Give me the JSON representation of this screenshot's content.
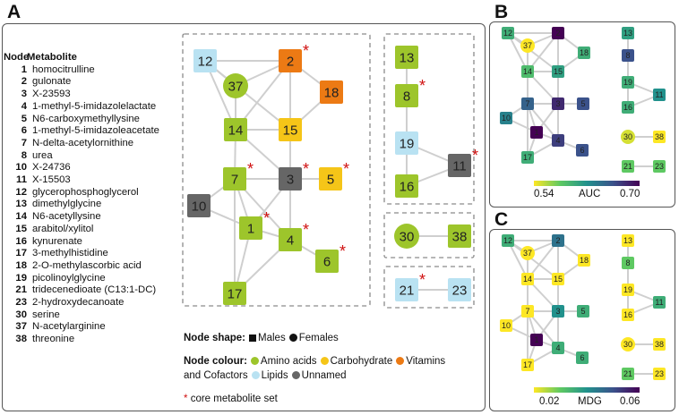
{
  "panels": {
    "a": "A",
    "b": "B",
    "c": "C"
  },
  "table": {
    "header_node": "Node",
    "header_metabolite": "Metabolite",
    "rows": [
      {
        "id": "1",
        "name": "homocitrulline"
      },
      {
        "id": "2",
        "name": "gulonate"
      },
      {
        "id": "3",
        "name": "X-23593"
      },
      {
        "id": "4",
        "name": "1-methyl-5-imidazolelactate"
      },
      {
        "id": "5",
        "name": "N6-carboxymethyllysine"
      },
      {
        "id": "6",
        "name": "1-methyl-5-imidazoleacetate"
      },
      {
        "id": "7",
        "name": "N-delta-acetylornithine"
      },
      {
        "id": "8",
        "name": "urea"
      },
      {
        "id": "10",
        "name": "X-24736"
      },
      {
        "id": "11",
        "name": "X-15503"
      },
      {
        "id": "12",
        "name": "glycerophosphoglycerol"
      },
      {
        "id": "13",
        "name": "dimethylglycine"
      },
      {
        "id": "14",
        "name": "N6-acetyllysine"
      },
      {
        "id": "15",
        "name": "arabitol/xylitol"
      },
      {
        "id": "16",
        "name": "kynurenate"
      },
      {
        "id": "17",
        "name": "3-methylhistidine"
      },
      {
        "id": "18",
        "name": "2-O-methylascorbic acid"
      },
      {
        "id": "19",
        "name": "picolinoylglycine"
      },
      {
        "id": "21",
        "name": "tridecenedioate (C13:1-DC)"
      },
      {
        "id": "23",
        "name": "2-hydroxydecanoate"
      },
      {
        "id": "30",
        "name": "serine"
      },
      {
        "id": "37",
        "name": "N-acetylarginine"
      },
      {
        "id": "38",
        "name": "threonine"
      }
    ]
  },
  "legend": {
    "shape_title": "Node shape:",
    "males": "Males",
    "females": "Females",
    "colour_title": "Node colour:",
    "categories": [
      {
        "key": "amino",
        "label": "Amino acids",
        "color": "#9dc52b"
      },
      {
        "key": "carb",
        "label": "Carbohydrate",
        "color": "#f5c518"
      },
      {
        "key": "vit",
        "label": "Vitamins",
        "color": "#ec7a14"
      },
      {
        "key": "and_cofactors",
        "label": "and Cofactors"
      },
      {
        "key": "lipid",
        "label": "Lipids",
        "color": "#b9e2f2"
      },
      {
        "key": "unnamed",
        "label": "Unnamed",
        "color": "#666666"
      }
    ],
    "core_star": "*",
    "core_label": "core metabolite set"
  },
  "colors": {
    "amino": "#9dc52b",
    "carb": "#f5c518",
    "vit": "#ec7a14",
    "lipid": "#b9e2f2",
    "unnamed": "#666666",
    "star": "#d01010",
    "edge": "#cfcfcf"
  },
  "network_a": {
    "nodes": [
      {
        "id": "12",
        "cat": "lipid",
        "shape": "square",
        "core": false
      },
      {
        "id": "2",
        "cat": "vit",
        "shape": "square",
        "core": true
      },
      {
        "id": "37",
        "cat": "amino",
        "shape": "circle",
        "core": false
      },
      {
        "id": "18",
        "cat": "vit",
        "shape": "square",
        "core": false
      },
      {
        "id": "14",
        "cat": "amino",
        "shape": "square",
        "core": false
      },
      {
        "id": "15",
        "cat": "carb",
        "shape": "square",
        "core": false
      },
      {
        "id": "7",
        "cat": "amino",
        "shape": "square",
        "core": true
      },
      {
        "id": "3",
        "cat": "unnamed",
        "shape": "square",
        "core": true
      },
      {
        "id": "5",
        "cat": "carb",
        "shape": "square",
        "core": true
      },
      {
        "id": "10",
        "cat": "unnamed",
        "shape": "square",
        "core": false
      },
      {
        "id": "1",
        "cat": "amino",
        "shape": "square",
        "core": true
      },
      {
        "id": "4",
        "cat": "amino",
        "shape": "square",
        "core": true
      },
      {
        "id": "6",
        "cat": "amino",
        "shape": "square",
        "core": true
      },
      {
        "id": "17",
        "cat": "amino",
        "shape": "square",
        "core": false
      },
      {
        "id": "13",
        "cat": "amino",
        "shape": "square",
        "core": false
      },
      {
        "id": "8",
        "cat": "amino",
        "shape": "square",
        "core": true
      },
      {
        "id": "19",
        "cat": "lipid",
        "shape": "square",
        "core": false
      },
      {
        "id": "11",
        "cat": "unnamed",
        "shape": "square",
        "core": true
      },
      {
        "id": "16",
        "cat": "amino",
        "shape": "square",
        "core": false
      },
      {
        "id": "30",
        "cat": "amino",
        "shape": "circle",
        "core": false
      },
      {
        "id": "38",
        "cat": "amino",
        "shape": "square",
        "core": false
      },
      {
        "id": "21",
        "cat": "lipid",
        "shape": "square",
        "core": true
      },
      {
        "id": "23",
        "cat": "lipid",
        "shape": "square",
        "core": false
      }
    ],
    "edges": [
      [
        "12",
        "2"
      ],
      [
        "12",
        "37"
      ],
      [
        "12",
        "14"
      ],
      [
        "12",
        "15"
      ],
      [
        "2",
        "37"
      ],
      [
        "2",
        "14"
      ],
      [
        "2",
        "15"
      ],
      [
        "2",
        "18"
      ],
      [
        "37",
        "14"
      ],
      [
        "14",
        "15"
      ],
      [
        "15",
        "18"
      ],
      [
        "14",
        "7"
      ],
      [
        "15",
        "3"
      ],
      [
        "14",
        "3"
      ],
      [
        "7",
        "3"
      ],
      [
        "7",
        "10"
      ],
      [
        "7",
        "1"
      ],
      [
        "7",
        "17"
      ],
      [
        "7",
        "4"
      ],
      [
        "3",
        "5"
      ],
      [
        "3",
        "1"
      ],
      [
        "3",
        "4"
      ],
      [
        "10",
        "1"
      ],
      [
        "1",
        "4"
      ],
      [
        "1",
        "17"
      ],
      [
        "4",
        "6"
      ],
      [
        "4",
        "17"
      ],
      [
        "13",
        "8"
      ],
      [
        "8",
        "19"
      ],
      [
        "19",
        "16"
      ],
      [
        "19",
        "11"
      ],
      [
        "16",
        "11"
      ],
      [
        "30",
        "38"
      ],
      [
        "21",
        "23"
      ]
    ]
  },
  "panel_b": {
    "nodes": [
      {
        "id": "12",
        "v": 0.6,
        "shape": "square"
      },
      {
        "id": "37",
        "v": 0.54,
        "shape": "circle"
      },
      {
        "id": "2",
        "v": 0.7,
        "shape": "square"
      },
      {
        "id": "18",
        "v": 0.6,
        "shape": "square"
      },
      {
        "id": "14",
        "v": 0.59,
        "shape": "square"
      },
      {
        "id": "15",
        "v": 0.61,
        "shape": "square"
      },
      {
        "id": "7",
        "v": 0.65,
        "shape": "square"
      },
      {
        "id": "3",
        "v": 0.68,
        "shape": "square"
      },
      {
        "id": "5",
        "v": 0.66,
        "shape": "square"
      },
      {
        "id": "10",
        "v": 0.63,
        "shape": "square"
      },
      {
        "id": "1",
        "v": 0.7,
        "shape": "square"
      },
      {
        "id": "4",
        "v": 0.67,
        "shape": "square"
      },
      {
        "id": "6",
        "v": 0.66,
        "shape": "square"
      },
      {
        "id": "17",
        "v": 0.6,
        "shape": "square"
      },
      {
        "id": "13",
        "v": 0.61,
        "shape": "square"
      },
      {
        "id": "8",
        "v": 0.66,
        "shape": "square"
      },
      {
        "id": "19",
        "v": 0.6,
        "shape": "square"
      },
      {
        "id": "11",
        "v": 0.62,
        "shape": "square"
      },
      {
        "id": "16",
        "v": 0.6,
        "shape": "square"
      },
      {
        "id": "30",
        "v": 0.55,
        "shape": "circle"
      },
      {
        "id": "38",
        "v": 0.54,
        "shape": "square"
      },
      {
        "id": "21",
        "v": 0.58,
        "shape": "square"
      },
      {
        "id": "23",
        "v": 0.58,
        "shape": "square"
      }
    ],
    "scale_min": "0.54",
    "scale_label": "AUC",
    "scale_max": "0.70"
  },
  "panel_c": {
    "nodes": [
      {
        "id": "12",
        "v": 0.035,
        "shape": "square"
      },
      {
        "id": "37",
        "v": 0.02,
        "shape": "circle"
      },
      {
        "id": "2",
        "v": 0.045,
        "shape": "square"
      },
      {
        "id": "18",
        "v": 0.02,
        "shape": "square"
      },
      {
        "id": "14",
        "v": 0.02,
        "shape": "square"
      },
      {
        "id": "15",
        "v": 0.02,
        "shape": "square"
      },
      {
        "id": "7",
        "v": 0.02,
        "shape": "square"
      },
      {
        "id": "3",
        "v": 0.04,
        "shape": "square"
      },
      {
        "id": "5",
        "v": 0.035,
        "shape": "square"
      },
      {
        "id": "10",
        "v": 0.02,
        "shape": "square"
      },
      {
        "id": "1",
        "v": 0.06,
        "shape": "square"
      },
      {
        "id": "4",
        "v": 0.035,
        "shape": "square"
      },
      {
        "id": "6",
        "v": 0.035,
        "shape": "square"
      },
      {
        "id": "17",
        "v": 0.02,
        "shape": "square"
      },
      {
        "id": "13",
        "v": 0.02,
        "shape": "square"
      },
      {
        "id": "8",
        "v": 0.03,
        "shape": "square"
      },
      {
        "id": "19",
        "v": 0.02,
        "shape": "square"
      },
      {
        "id": "11",
        "v": 0.035,
        "shape": "square"
      },
      {
        "id": "16",
        "v": 0.02,
        "shape": "square"
      },
      {
        "id": "30",
        "v": 0.02,
        "shape": "circle"
      },
      {
        "id": "38",
        "v": 0.02,
        "shape": "square"
      },
      {
        "id": "21",
        "v": 0.03,
        "shape": "square"
      },
      {
        "id": "23",
        "v": 0.02,
        "shape": "square"
      }
    ],
    "scale_min": "0.02",
    "scale_label": "MDG",
    "scale_max": "0.06"
  }
}
